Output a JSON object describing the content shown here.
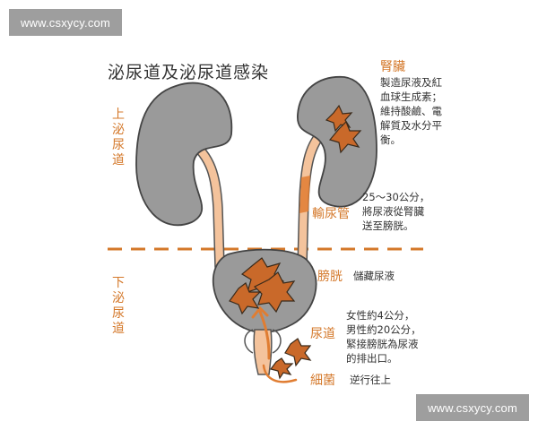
{
  "watermark": {
    "top": "www.csxycy.com",
    "bottom": "www.csxycy.com"
  },
  "title": "泌尿道及泌尿道感染",
  "upper_tract": [
    "上",
    "泌",
    "尿",
    "道"
  ],
  "lower_tract": [
    "下",
    "泌",
    "尿",
    "道"
  ],
  "kidney": {
    "label": "腎臟",
    "desc": [
      "製造尿液及紅",
      "血球生成素；",
      "維持酸鹼、電",
      "解質及水分平",
      "衡。"
    ]
  },
  "ureter": {
    "label": "輸尿管",
    "desc": [
      "25～30公分，",
      "將尿液從腎臟",
      "送至膀胱。"
    ]
  },
  "bladder": {
    "label": "膀胱",
    "desc": "儲藏尿液"
  },
  "urethra": {
    "label": "尿道",
    "desc": [
      "女性約4公分，",
      "男性約20公分，",
      "緊接膀胱為尿液",
      "的排出口。"
    ]
  },
  "bacteria": {
    "label": "細菌",
    "desc": "逆行往上"
  },
  "colors": {
    "organ": "#9a9a9a",
    "ureter": "#f4c39c",
    "bacteria": "#c9692a",
    "label": "#d4782a"
  }
}
